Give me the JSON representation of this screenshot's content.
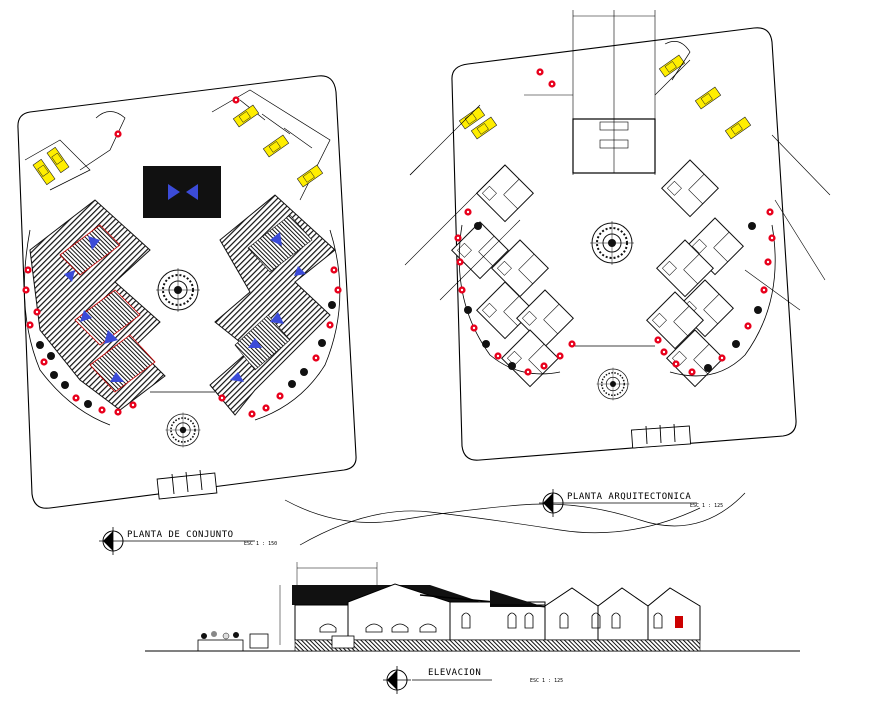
{
  "labels": {
    "plan_site": "PLANTA DE CONJUNTO",
    "plan_site_scale": "ESC 1 : 150",
    "plan_arch": "PLANTA ARQUITECTONICA",
    "plan_arch_scale": "ESC 1 : 125",
    "elevation": "ELEVACION",
    "elevation_scale": "ESC 1 : 125"
  },
  "colors": {
    "line": "#000000",
    "hatch": "#111111",
    "tree_red": "#e8001c",
    "parking_yellow": "#ffee00",
    "arrow_blue": "#3b4bd8"
  },
  "icons": [
    "north-arrow-icon",
    "section-symbol-icon"
  ]
}
